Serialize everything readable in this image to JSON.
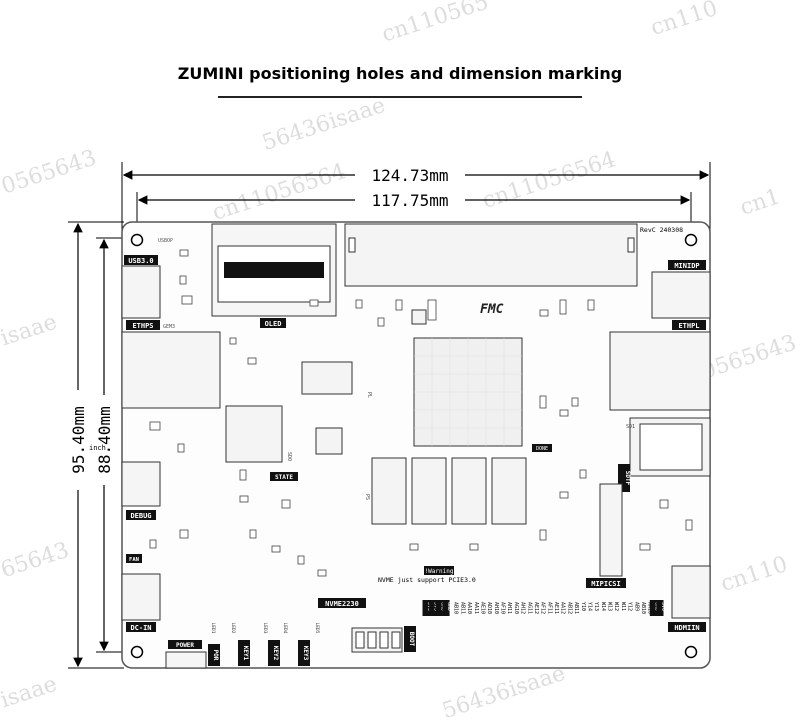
{
  "title": "ZUMINI positioning holes and dimension marking",
  "dimensions": {
    "overall_width": "124.73mm",
    "hole_width": "117.75mm",
    "overall_height": "95.40mm",
    "hole_height": "88.40mm",
    "unit_note": "inch"
  },
  "board": {
    "revision": "RevC 240308",
    "fmc_logo": "FMC",
    "warning_title": "!Warning",
    "warning_text": "NVME just support PCIE3.0",
    "labels": {
      "usb3": "USB3.0",
      "usbop": "USBOP",
      "ethps": "ETHPS",
      "gem3": "GEM3",
      "oled": "OLED",
      "minidp": "MINIDP",
      "ethpl": "ETHPL",
      "debug": "DEBUG",
      "fan": "FAN",
      "dcin": "DC-IN",
      "power": "POWER",
      "por": "POR",
      "key1": "KEY1",
      "key2": "KEY2",
      "key3": "KEY3",
      "state": "STATE",
      "sdo": "SDO",
      "sd1": "SD1",
      "sdtf": "SDTF",
      "done": "DONE",
      "ps": "PS",
      "pl": "PL",
      "nvme": "NVME2230",
      "boot": "BOOT",
      "mipicsi": "MIPICSI",
      "hdmiin": "HDMIIN",
      "led1": "LED1",
      "led2": "LED2",
      "led3": "LED3",
      "led4": "LED4",
      "led5": "LED5"
    },
    "pin_labels": [
      "3V3",
      "3V3",
      "GND",
      "GND",
      "AB10",
      "AB11",
      "AA10",
      "AA11",
      "AE10",
      "AD10",
      "AH10",
      "AF10",
      "AH11",
      "AG10",
      "AH12",
      "AG11",
      "AE12",
      "AF12",
      "AF11",
      "AE11",
      "AA12",
      "AB12",
      "AB11",
      "Y10",
      "Y14",
      "Y13",
      "W14",
      "W13",
      "W12",
      "W11",
      "Y12",
      "AB9",
      "AB10",
      "AA10",
      "GND",
      "5V0"
    ]
  }
}
